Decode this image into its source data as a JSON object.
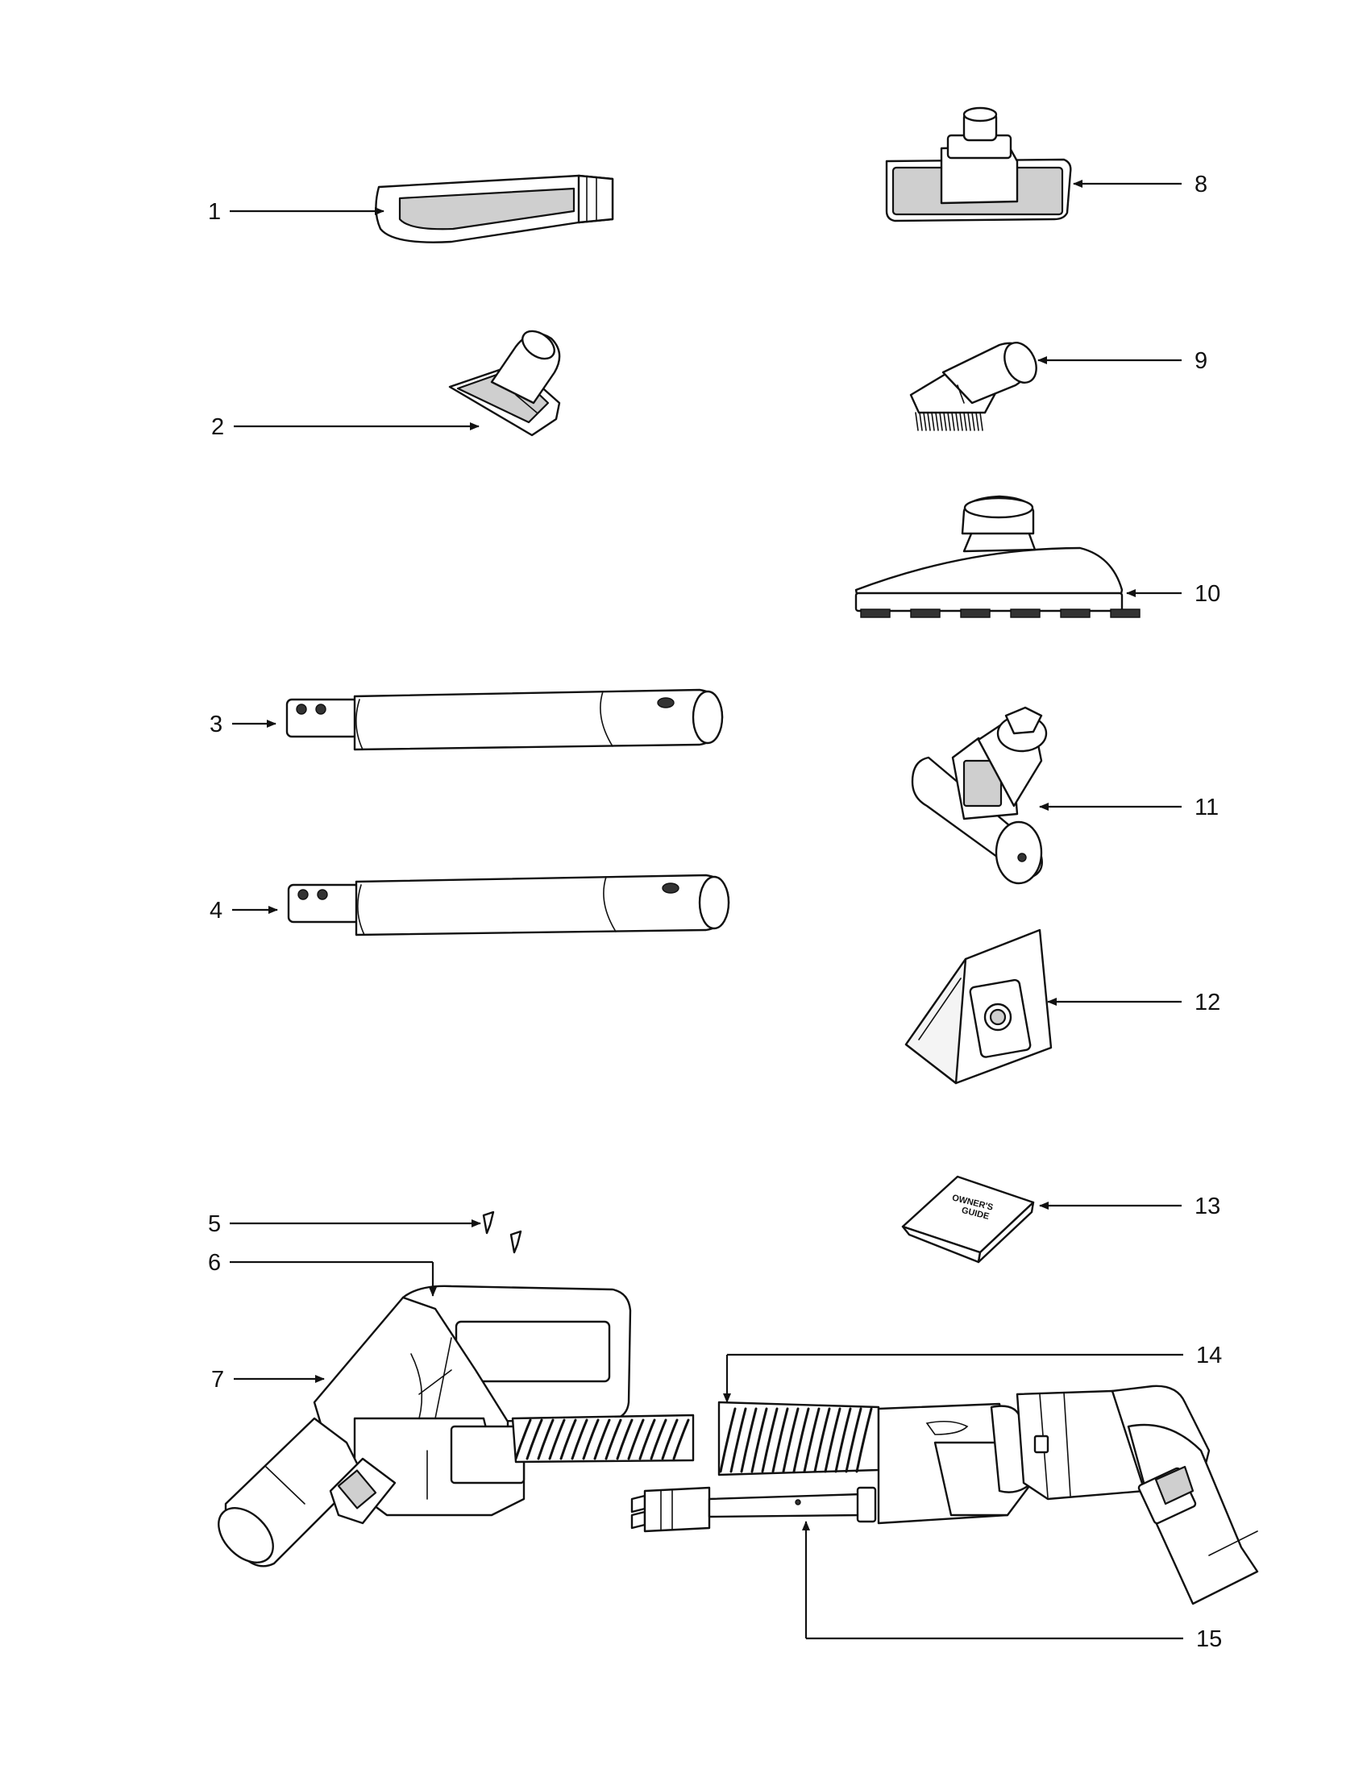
{
  "parts": [
    {
      "id": "1"
    },
    {
      "id": "2"
    },
    {
      "id": "3"
    },
    {
      "id": "4"
    },
    {
      "id": "5"
    },
    {
      "id": "6"
    },
    {
      "id": "7"
    },
    {
      "id": "8"
    },
    {
      "id": "9"
    },
    {
      "id": "10"
    },
    {
      "id": "11"
    },
    {
      "id": "12"
    },
    {
      "id": "13"
    },
    {
      "id": "14"
    },
    {
      "id": "15"
    }
  ],
  "owners_guide": {
    "line1": "OWNER'S",
    "line2": "GUIDE"
  }
}
